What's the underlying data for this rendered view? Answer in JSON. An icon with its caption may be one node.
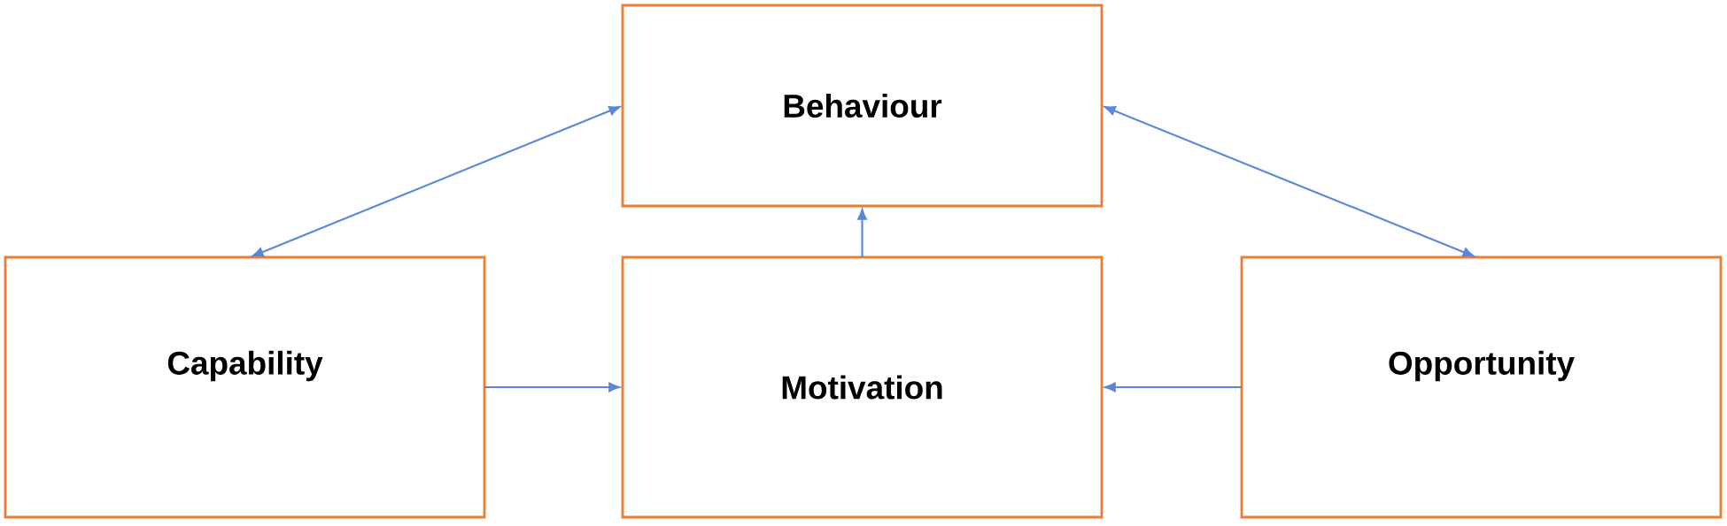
{
  "diagram": {
    "nodes": [
      {
        "text": [
          "Behaviour"
        ]
      },
      {
        "text": [
          "Capability"
        ]
      },
      {
        "text": [
          "Motivation"
        ]
      },
      {
        "text": [
          "Opportunity"
        ]
      }
    ],
    "edges": [
      {
        "from": 1,
        "to": 0,
        "arrow": "both"
      },
      {
        "from": 2,
        "to": 0,
        "arrow": "to"
      },
      {
        "from": 1,
        "to": 2,
        "arrow": "to"
      },
      {
        "from": 3,
        "to": 2,
        "arrow": "to"
      },
      {
        "from": 3,
        "to": 0,
        "arrow": "both"
      }
    ]
  }
}
